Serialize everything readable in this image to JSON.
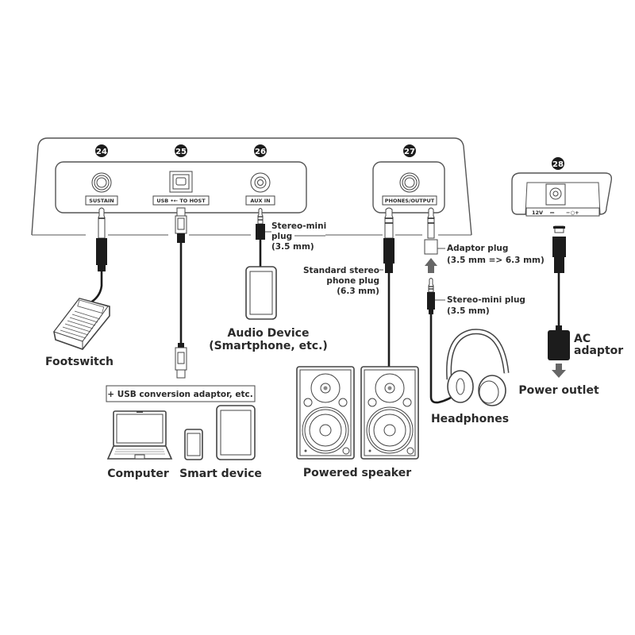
{
  "panel_left": {
    "ports": [
      {
        "number": "24",
        "label": "SUSTAIN"
      },
      {
        "number": "25",
        "label": "USB •← TO HOST"
      },
      {
        "number": "26",
        "label": "AUX IN"
      }
    ]
  },
  "panel_right": {
    "ports": [
      {
        "number": "27",
        "label": "PHONES/OUTPUT"
      }
    ]
  },
  "power_panel": {
    "number": "28",
    "voltage_label": "12V",
    "dc_symbol": "⎓",
    "polarity_symbol": "−○+"
  },
  "plug_labels": {
    "stereo_mini_aux": [
      "Stereo-mini",
      "plug",
      "(3.5 mm)"
    ],
    "standard_stereo": [
      "Standard stereo",
      "phone plug",
      "(6.3 mm)"
    ],
    "adaptor_plug": [
      "Adaptor plug",
      "(3.5 mm => 6.3 mm)"
    ],
    "stereo_mini_headphones": [
      "Stereo-mini plug",
      "(3.5 mm)"
    ]
  },
  "devices": {
    "footswitch": "Footswitch",
    "audio_device": [
      "Audio Device",
      "(Smartphone, etc.)"
    ],
    "usb_note": "+ USB conversion adaptor, etc.",
    "computer": "Computer",
    "smart_device": "Smart device",
    "powered_speaker": "Powered speaker",
    "headphones": "Headphones",
    "ac_adaptor": [
      "AC",
      "adaptor"
    ],
    "power_outlet": "Power outlet"
  },
  "colors": {
    "badge": "#1c1c1c",
    "outline": "#444444",
    "text": "#2a2a2a",
    "arrow": "#666666"
  }
}
